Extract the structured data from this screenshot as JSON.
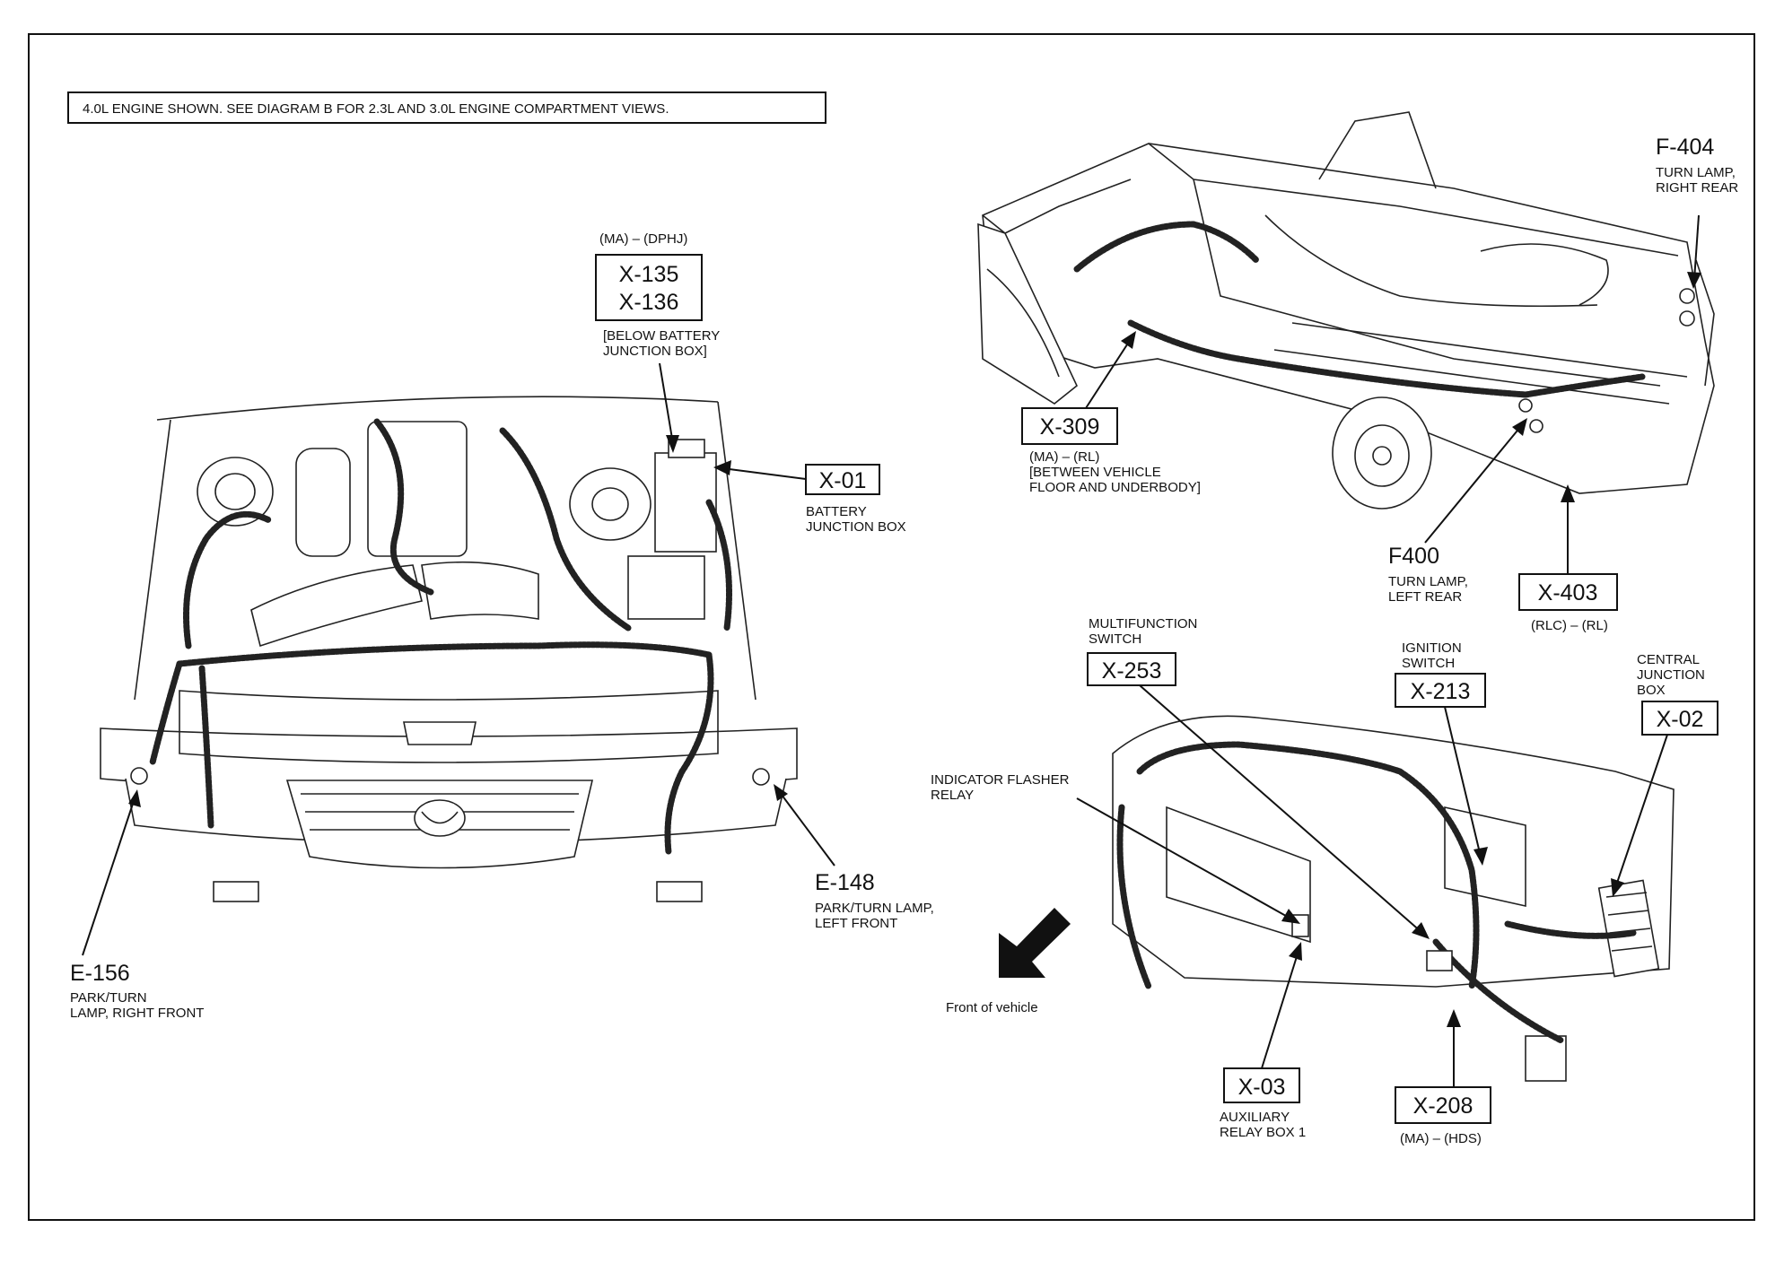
{
  "note": "4.0L ENGINE SHOWN. SEE DIAGRAM B FOR 2.3L AND 3.0L ENGINE COMPARTMENT VIEWS.",
  "labels": {
    "x135_prefix": "(MA) – (DPHJ)",
    "x135": "X-135",
    "x136": "X-136",
    "x135_desc_1": "[BELOW BATTERY",
    "x135_desc_2": "JUNCTION BOX]",
    "x01": "X-01",
    "x01_desc_1": "BATTERY",
    "x01_desc_2": "JUNCTION BOX",
    "e148": "E-148",
    "e148_desc_1": "PARK/TURN LAMP,",
    "e148_desc_2": "LEFT FRONT",
    "e156": "E-156",
    "e156_desc_1": "PARK/TURN",
    "e156_desc_2": "LAMP, RIGHT FRONT",
    "f404": "F-404",
    "f404_desc_1": "TURN LAMP,",
    "f404_desc_2": "RIGHT REAR",
    "x309": "X-309",
    "x309_desc_1": "(MA) – (RL)",
    "x309_desc_2": "[BETWEEN VEHICLE",
    "x309_desc_3": "FLOOR AND UNDERBODY]",
    "f400": "F400",
    "f400_desc_1": "TURN LAMP,",
    "f400_desc_2": "LEFT REAR",
    "x403": "X-403",
    "x403_desc": "(RLC) – (RL)",
    "x253_desc_1": "MULTIFUNCTION",
    "x253_desc_2": "SWITCH",
    "x253": "X-253",
    "x213_desc_1": "IGNITION",
    "x213_desc_2": "SWITCH",
    "x213": "X-213",
    "x02_desc_1": "CENTRAL",
    "x02_desc_2": "JUNCTION",
    "x02_desc_3": "BOX",
    "x02": "X-02",
    "flasher_1": "INDICATOR FLASHER",
    "flasher_2": "RELAY",
    "front": "Front of vehicle",
    "x03": "X-03",
    "x03_desc_1": "AUXILIARY",
    "x03_desc_2": "RELAY BOX 1",
    "x208": "X-208",
    "x208_desc": "(MA) – (HDS)"
  }
}
